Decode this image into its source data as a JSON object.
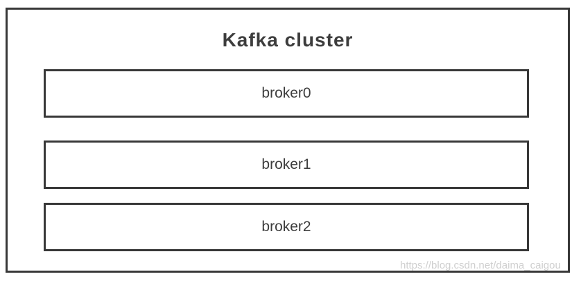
{
  "diagram": {
    "title": "Kafka cluster",
    "brokers": [
      {
        "label": "broker0"
      },
      {
        "label": "broker1"
      },
      {
        "label": "broker2"
      }
    ],
    "watermark": "https://blog.csdn.net/daima_caigou",
    "colors": {
      "border": "#383838",
      "text": "#3d3d3d",
      "watermark": "#cfcfcf",
      "background": "#ffffff"
    }
  }
}
